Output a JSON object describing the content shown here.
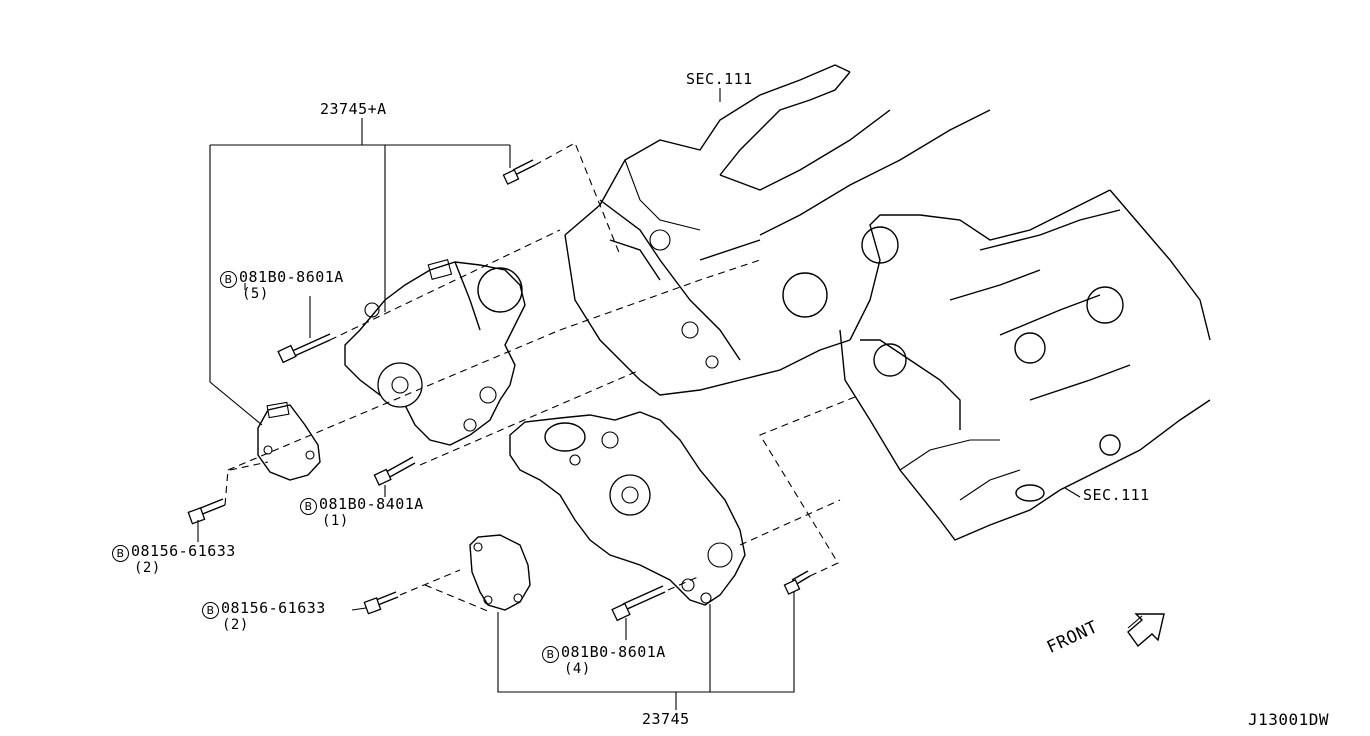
{
  "diagram_code": "J13001DW",
  "front_label": "FRONT",
  "labels": {
    "sec_top": "SEC.111",
    "sec_right": "SEC.111",
    "part_top": "23745+A",
    "part_bottom": "23745",
    "bolt_top_code": "081B0-8601A",
    "bolt_top_qty": "(5)",
    "bolt_mid_code": "081B0-8401A",
    "bolt_mid_qty": "(1)",
    "bolt_left_code": "08156-61633",
    "bolt_left_qty": "(2)",
    "bolt_lower_left_code": "08156-61633",
    "bolt_lower_left_qty": "(2)",
    "bolt_bottom_code": "081B0-8601A",
    "bolt_bottom_qty": "(4)",
    "bolt_marker": "B"
  }
}
